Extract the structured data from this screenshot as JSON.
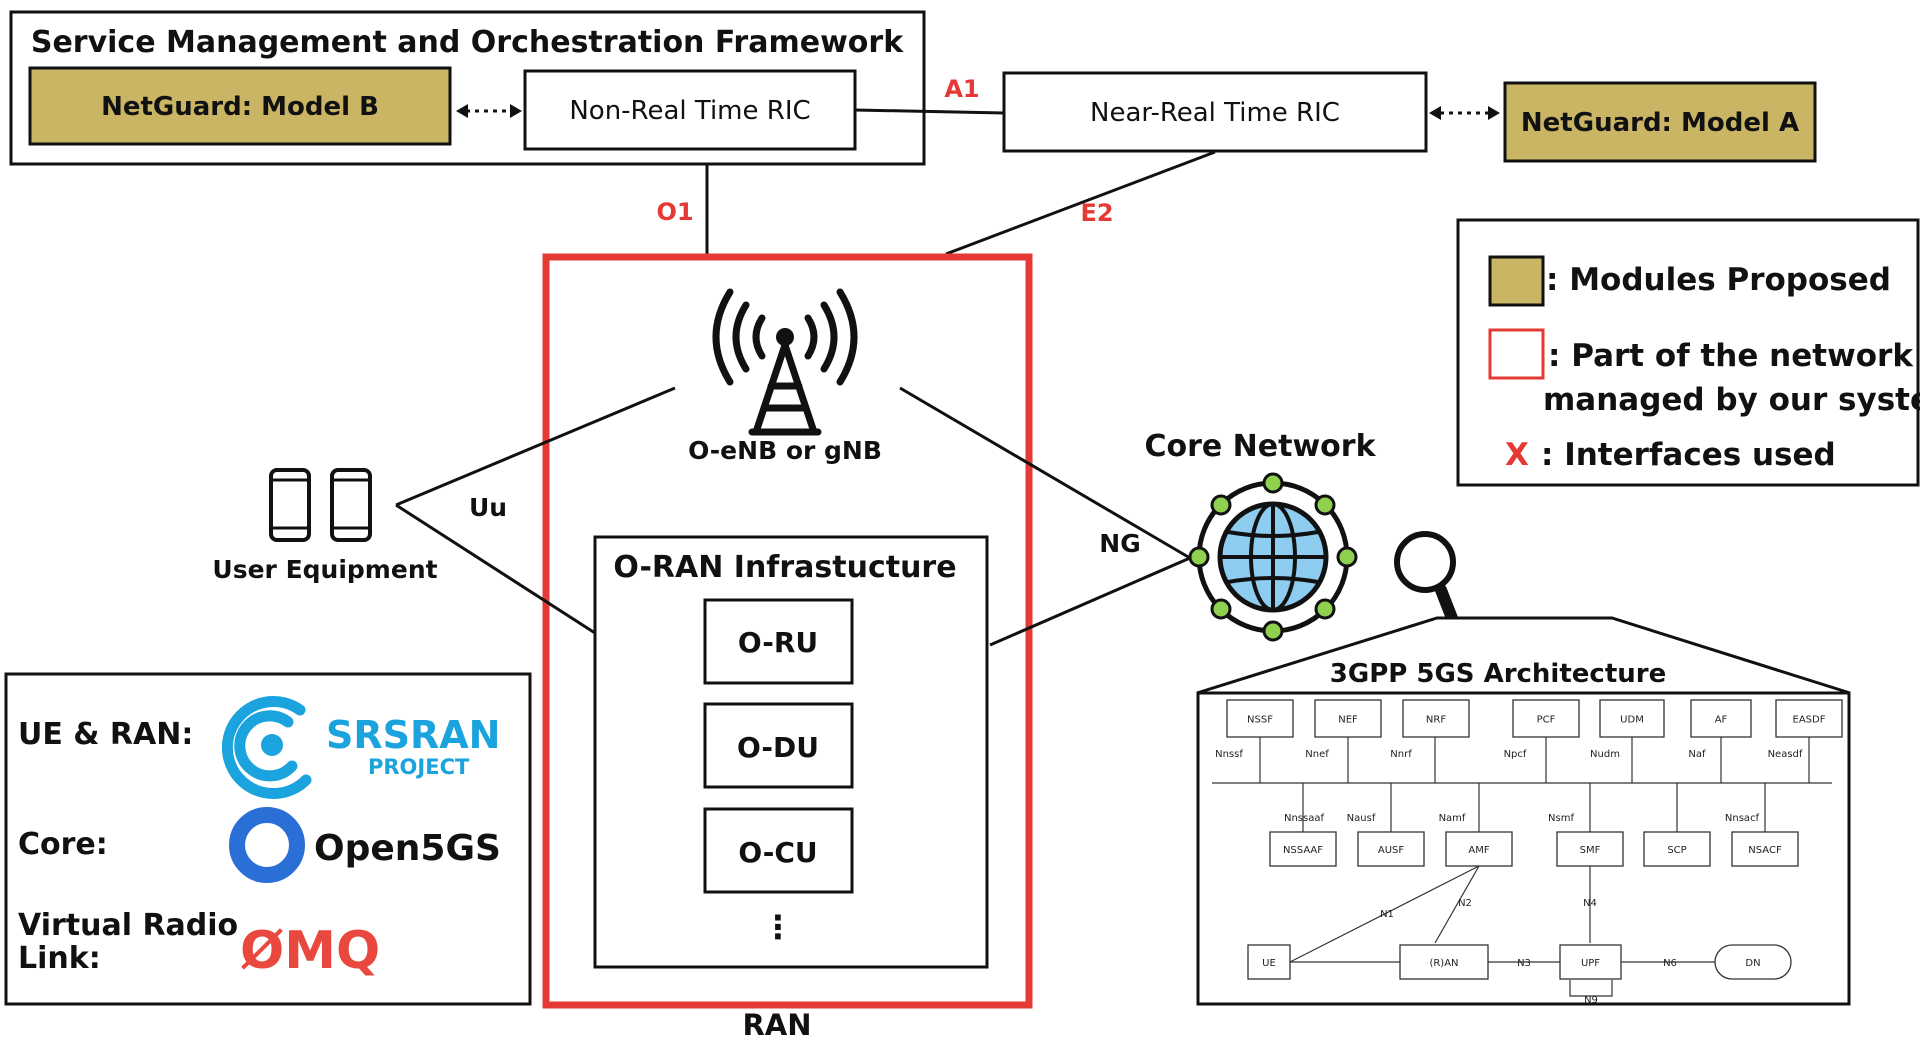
{
  "smo": {
    "title": "Service Management and Orchestration Framework",
    "model_b": "NetGuard: Model B",
    "non_rt_ric": "Non-Real Time RIC"
  },
  "near_rt_ric": "Near-Real Time RIC",
  "model_a": "NetGuard: Model A",
  "interfaces": {
    "a1": "A1",
    "o1": "O1",
    "e2": "E2",
    "uu": "Uu",
    "ng": "NG"
  },
  "legend": {
    "modules": ": Modules Proposed",
    "part_line1": ": Part of the network",
    "part_line2": "managed by our system",
    "x_mark": "X",
    "interfaces": ": Interfaces used"
  },
  "ran": {
    "label": "RAN",
    "base_station": "O-eNB or gNB",
    "infra_title": "O-RAN Infrastucture",
    "components": [
      "O-RU",
      "O-DU",
      "O-CU"
    ],
    "more": "⋮"
  },
  "ue_label": "User Equipment",
  "core": {
    "label": "Core Network",
    "arch_title": "3GPP 5GS Architecture",
    "top_nfs": [
      "NSSF",
      "NEF",
      "NRF",
      "PCF",
      "UDM",
      "AF",
      "EASDF"
    ],
    "top_ifaces": [
      "Nnssf",
      "Nnef",
      "Nnrf",
      "Npcf",
      "Nudm",
      "Naf",
      "Neasdf"
    ],
    "mid_ifaces": [
      "Nnssaaf",
      "Nausf",
      "Namf",
      "Nsmf",
      "Nnsacf"
    ],
    "mid_nfs": [
      "NSSAAF",
      "AUSF",
      "AMF",
      "SMF",
      "SCP",
      "NSACF"
    ],
    "bottom_nfs": [
      "UE",
      "(R)AN",
      "UPF",
      "DN"
    ],
    "link_labels": [
      "N1",
      "N2",
      "N4",
      "N3",
      "N6",
      "N9"
    ]
  },
  "software": {
    "ue_ran": "UE & RAN:",
    "core": "Core:",
    "radio_line1": "Virtual Radio",
    "radio_line2": "Link:",
    "srs_line1": "SRSRAN",
    "srs_line2": "PROJECT",
    "open5gs": "Open5GS",
    "zmq": "ØMQ"
  },
  "colors": {
    "gold": "#c9b563",
    "red": "#e53935",
    "black": "#111111",
    "globe_blue": "#8ecdf0",
    "node_green": "#8fd14f",
    "srs_blue": "#1aa3dc",
    "o5gs_blue": "#2a6fd6",
    "zmq_red": "#e8483d"
  }
}
